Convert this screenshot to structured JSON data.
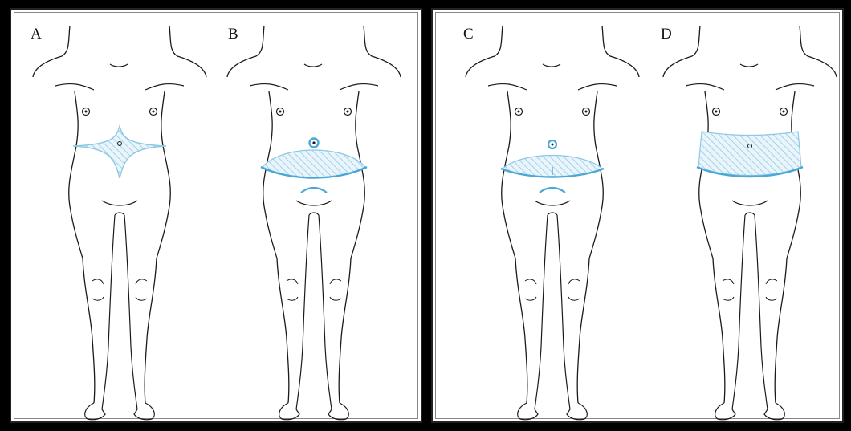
{
  "panels": [
    {
      "letter": "A",
      "procedure": "star-excision"
    },
    {
      "letter": "B",
      "procedure": "lower-ellipse-umbilicus"
    },
    {
      "letter": "C",
      "procedure": "mini-ellipse-umbilicus"
    },
    {
      "letter": "D",
      "procedure": "circumferential-band"
    }
  ],
  "colors": {
    "background": "#000000",
    "panel": "#ffffff",
    "outline": "#1a1a1a",
    "hatch": "#8ec8e4",
    "incision": "#4aa8d6"
  }
}
